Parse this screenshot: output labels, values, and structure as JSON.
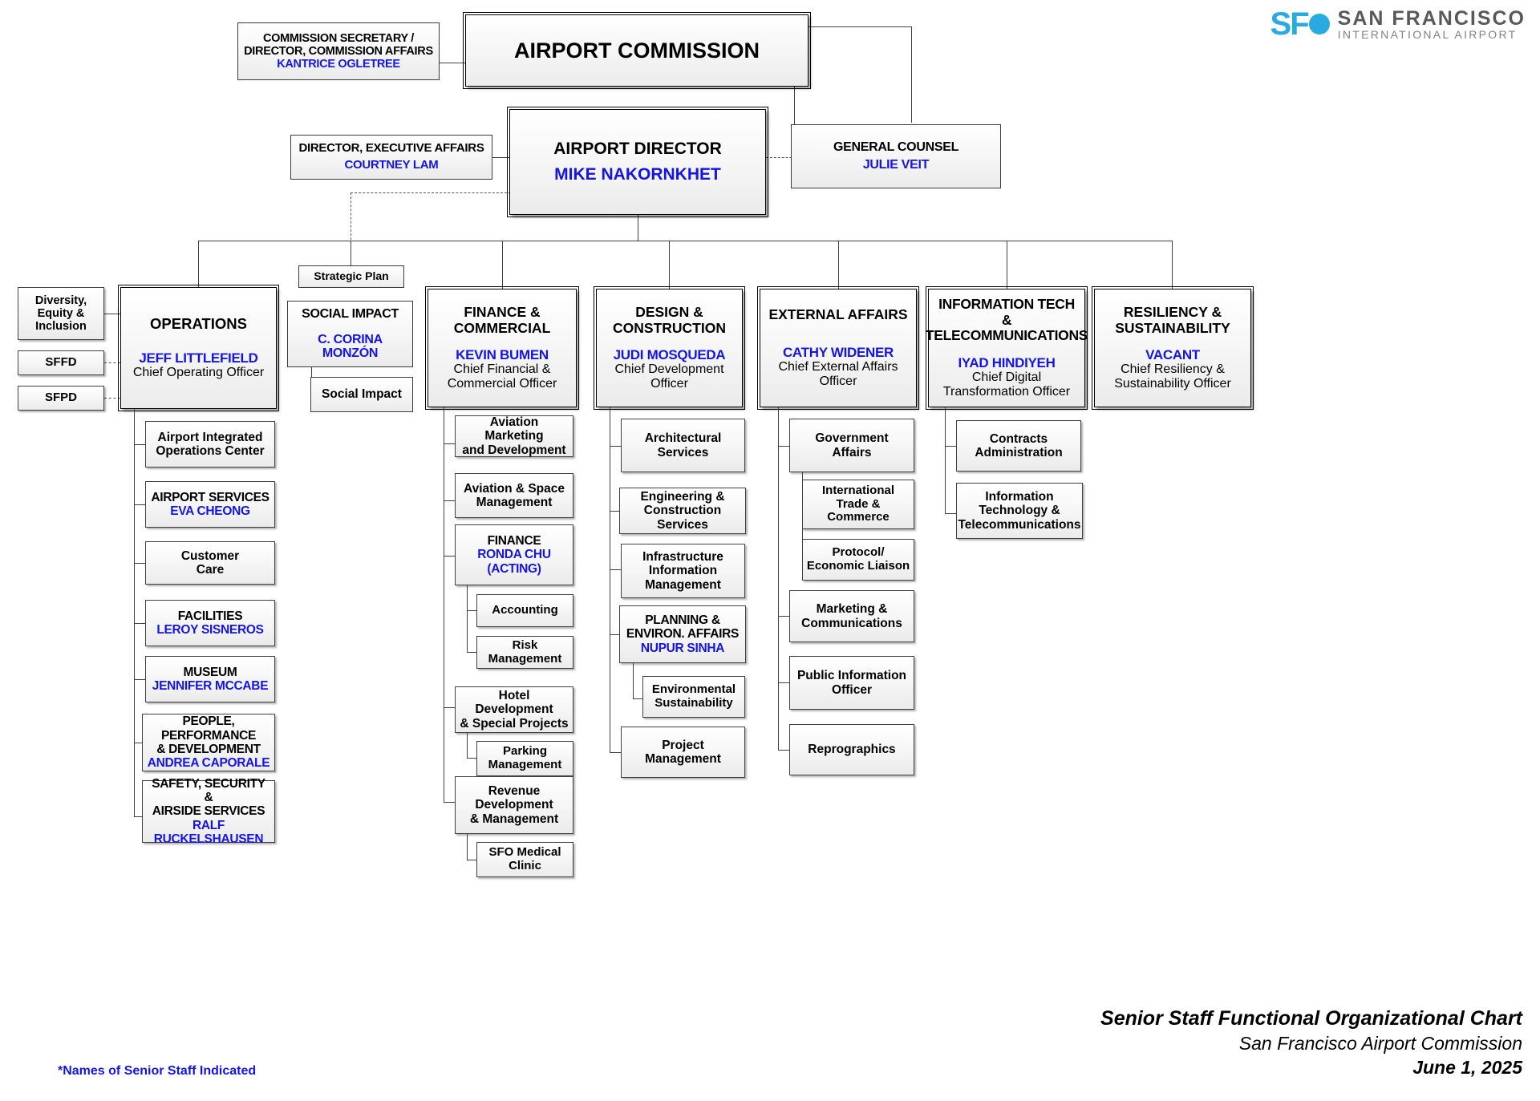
{
  "logo": {
    "mark": "SF",
    "line1": "SAN FRANCISCO",
    "line2": "INTERNATIONAL AIRPORT"
  },
  "footer": {
    "line1": "Senior Staff Functional Organizational Chart",
    "line2": "San Francisco Airport Commission",
    "line3": "June 1, 2025"
  },
  "note": "*Names of Senior Staff Indicated",
  "top": {
    "commission": {
      "title": "AIRPORT COMMISSION"
    },
    "commission_secretary": {
      "title_l1": "COMMISSION SECRETARY /",
      "title_l2": "DIRECTOR, COMMISSION AFFAIRS",
      "name": "KANTRICE OGLETREE"
    },
    "executive_affairs": {
      "title": "DIRECTOR, EXECUTIVE AFFAIRS",
      "name": "COURTNEY LAM"
    },
    "airport_director": {
      "title": "AIRPORT DIRECTOR",
      "name": "MIKE NAKORNKHET"
    },
    "general_counsel": {
      "title": "GENERAL COUNSEL",
      "name": "JULIE VEIT"
    },
    "strategic_plan": {
      "label": "Strategic Plan"
    }
  },
  "side": {
    "dei": {
      "l1": "Diversity,",
      "l2": "Equity &",
      "l3": "Inclusion"
    },
    "sffd": {
      "label": "SFFD"
    },
    "sfpd": {
      "label": "SFPD"
    }
  },
  "divisions": {
    "operations": {
      "title": "OPERATIONS",
      "name": "JEFF LITTLEFIELD",
      "role": "Chief Operating Officer",
      "children": [
        {
          "title_l1": "Airport Integrated",
          "title_l2": "Operations Center",
          "name": ""
        },
        {
          "title_l1": "AIRPORT SERVICES",
          "title_l2": "",
          "name": "EVA CHEONG"
        },
        {
          "title_l1": "Customer",
          "title_l2": "Care",
          "name": ""
        },
        {
          "title_l1": "FACILITIES",
          "title_l2": "",
          "name": "LEROY SISNEROS"
        },
        {
          "title_l1": "MUSEUM",
          "title_l2": "",
          "name": "JENNIFER MCCABE"
        },
        {
          "title_l1": "PEOPLE, PERFORMANCE",
          "title_l2": "& DEVELOPMENT",
          "name": "ANDREA CAPORALE"
        },
        {
          "title_l1": "SAFETY, SECURITY &",
          "title_l2": "AIRSIDE SERVICES",
          "name": "RALF RUCKELSHAUSEN"
        }
      ]
    },
    "social_impact": {
      "title": "SOCIAL IMPACT",
      "name": "C. CORINA MONZÓN",
      "role": "",
      "children": [
        {
          "title_l1": "Social Impact",
          "title_l2": "",
          "name": ""
        }
      ]
    },
    "finance": {
      "title_l1": "FINANCE &",
      "title_l2": "COMMERCIAL",
      "name": "KEVIN BUMEN",
      "role_l1": "Chief Financial &",
      "role_l2": "Commercial Officer",
      "children": [
        {
          "title_l1": "Aviation Marketing",
          "title_l2": "and Development",
          "name": ""
        },
        {
          "title_l1": "Aviation & Space",
          "title_l2": "Management",
          "name": ""
        },
        {
          "title_l1": "FINANCE",
          "title_l2": "",
          "name": "RONDA CHU",
          "name2": "(ACTING)"
        },
        {
          "title_l1": "Hotel Development",
          "title_l2": "& Special Projects",
          "name": ""
        },
        {
          "title_l1": "Revenue",
          "title_l2": "Development",
          "title_l3": "& Management",
          "name": ""
        }
      ],
      "grandchildren": [
        {
          "title_l1": "Accounting",
          "title_l2": ""
        },
        {
          "title_l1": "Risk Management",
          "title_l2": ""
        },
        {
          "title_l1": "Parking",
          "title_l2": "Management"
        },
        {
          "title_l1": "SFO Medical",
          "title_l2": "Clinic"
        }
      ]
    },
    "design": {
      "title_l1": "DESIGN &",
      "title_l2": "CONSTRUCTION",
      "name": "JUDI MOSQUEDA",
      "role_l1": "Chief Development",
      "role_l2": "Officer",
      "children": [
        {
          "title_l1": "Architectural",
          "title_l2": "Services",
          "name": ""
        },
        {
          "title_l1": "Engineering &",
          "title_l2": "Construction Services",
          "name": ""
        },
        {
          "title_l1": "Infrastructure",
          "title_l2": "Information",
          "title_l3": "Management",
          "name": ""
        },
        {
          "title_l1": "PLANNING &",
          "title_l2": "ENVIRON. AFFAIRS",
          "name": "NUPUR SINHA"
        },
        {
          "title_l1": "Project",
          "title_l2": "Management",
          "name": ""
        }
      ],
      "grandchildren": [
        {
          "title_l1": "Environmental",
          "title_l2": "Sustainability"
        }
      ]
    },
    "external": {
      "title": "EXTERNAL AFFAIRS",
      "name": "CATHY WIDENER",
      "role_l1": "Chief External Affairs",
      "role_l2": "Officer",
      "children": [
        {
          "title_l1": "Government",
          "title_l2": "Affairs",
          "name": ""
        },
        {
          "title_l1": "Marketing &",
          "title_l2": "Communications",
          "name": ""
        },
        {
          "title_l1": "Public Information",
          "title_l2": "Officer",
          "name": ""
        },
        {
          "title_l1": "Reprographics",
          "title_l2": "",
          "name": ""
        }
      ],
      "grandchildren": [
        {
          "title_l1": "International",
          "title_l2": "Trade &",
          "title_l3": "Commerce"
        },
        {
          "title_l1": "Protocol/",
          "title_l2": "Economic Liaison"
        }
      ]
    },
    "it": {
      "title_l1": "INFORMATION TECH &",
      "title_l2": "TELECOMMUNICATIONS",
      "name": "IYAD HINDIYEH",
      "role_l1": "Chief Digital",
      "role_l2": "Transformation Officer",
      "children": [
        {
          "title_l1": "Contracts",
          "title_l2": "Administration",
          "name": ""
        },
        {
          "title_l1": "Information",
          "title_l2": "Technology &",
          "title_l3": "Telecommunications",
          "name": ""
        }
      ]
    },
    "resiliency": {
      "title_l1": "RESILIENCY &",
      "title_l2": "SUSTAINABILITY",
      "name": "VACANT",
      "role_l1": "Chief Resiliency &",
      "role_l2": "Sustainability Officer",
      "children": []
    }
  }
}
